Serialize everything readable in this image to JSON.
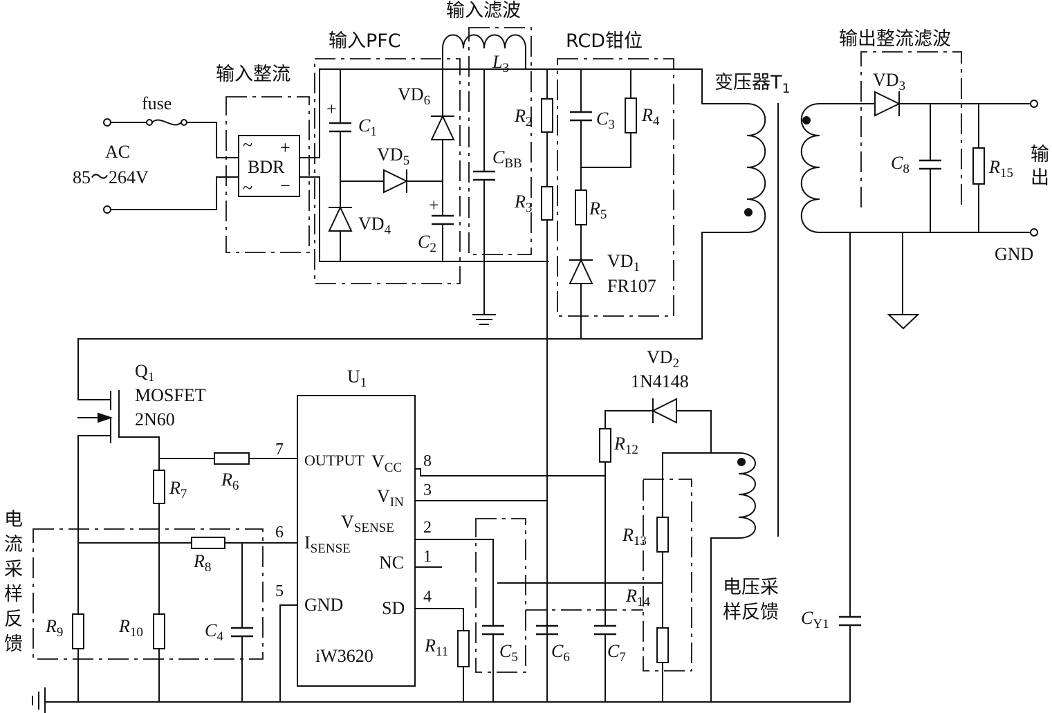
{
  "sections": {
    "input_rect": "输入整流",
    "input_pfc": "输入PFC",
    "input_filter": "输入滤波",
    "rcd_clamp": "RCD钳位",
    "transformer": "变压器T",
    "transformer_sub": "1",
    "output_rect": "输出整流滤波",
    "current_fb": [
      "电",
      "流",
      "采",
      "样",
      "反",
      "馈"
    ],
    "voltage_fb": [
      "电压采",
      "样反馈"
    ]
  },
  "input": {
    "fuse": "fuse",
    "ac": "AC",
    "range": "85～264V",
    "bdr": "BDR",
    "plus": "+",
    "minus": "−",
    "tilde": "~"
  },
  "output": {
    "out": [
      "输",
      "出"
    ],
    "gnd": "GND"
  },
  "ic": {
    "name": "U",
    "name_sub": "1",
    "part": "iW3620",
    "pins_left": [
      {
        "num": "7",
        "label": "OUTPUT"
      },
      {
        "num": "6",
        "label": "I",
        "sub": "SENSE"
      },
      {
        "num": "5",
        "label": "GND"
      }
    ],
    "pins_right": [
      {
        "num": "8",
        "label": "V",
        "sub": "CC"
      },
      {
        "num": "3",
        "label": "V",
        "sub": "IN"
      },
      {
        "num": "2",
        "label": "V",
        "sub": "SENSE"
      },
      {
        "num": "1",
        "label": "NC"
      },
      {
        "num": "4",
        "label": "SD"
      }
    ]
  },
  "q1": {
    "ref": "Q",
    "ref_sub": "1",
    "type": "MOSFET",
    "part": "2N60"
  },
  "vd1": {
    "ref": "VD",
    "ref_sub": "1",
    "part": "FR107"
  },
  "vd2": {
    "ref": "VD",
    "ref_sub": "2",
    "part": "1N4148"
  },
  "components": {
    "C1": {
      "ref": "C",
      "sub": "1"
    },
    "C2": {
      "ref": "C",
      "sub": "2"
    },
    "CBB": {
      "ref": "C",
      "sub": "BB"
    },
    "L3": {
      "ref": "L",
      "sub": "3"
    },
    "VD4": {
      "ref": "VD",
      "sub": "4"
    },
    "VD5": {
      "ref": "VD",
      "sub": "5"
    },
    "VD6": {
      "ref": "VD",
      "sub": "6"
    },
    "VD3": {
      "ref": "VD",
      "sub": "3"
    },
    "R2": {
      "ref": "R",
      "sub": "2"
    },
    "R3": {
      "ref": "R",
      "sub": "3"
    },
    "C3": {
      "ref": "C",
      "sub": "3"
    },
    "R4": {
      "ref": "R",
      "sub": "4"
    },
    "R5": {
      "ref": "R",
      "sub": "5"
    },
    "C8": {
      "ref": "C",
      "sub": "8"
    },
    "R15": {
      "ref": "R",
      "sub": "15"
    },
    "R6": {
      "ref": "R",
      "sub": "6"
    },
    "R7": {
      "ref": "R",
      "sub": "7"
    },
    "R8": {
      "ref": "R",
      "sub": "8"
    },
    "R9": {
      "ref": "R",
      "sub": "9"
    },
    "R10": {
      "ref": "R",
      "sub": "10"
    },
    "C4": {
      "ref": "C",
      "sub": "4"
    },
    "R11": {
      "ref": "R",
      "sub": "11"
    },
    "C5": {
      "ref": "C",
      "sub": "5"
    },
    "C6": {
      "ref": "C",
      "sub": "6"
    },
    "C7": {
      "ref": "C",
      "sub": "7"
    },
    "R12": {
      "ref": "R",
      "sub": "12"
    },
    "R13": {
      "ref": "R",
      "sub": "13"
    },
    "R14": {
      "ref": "R",
      "sub": "14"
    },
    "CY1": {
      "ref": "C",
      "sub": "Y1"
    }
  }
}
